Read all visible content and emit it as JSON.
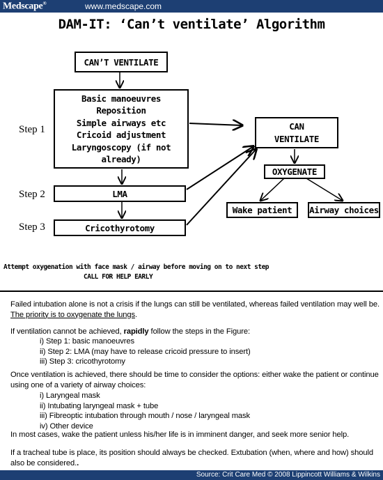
{
  "header": {
    "brand": "Medscape",
    "brand_mark": "®",
    "url": "www.medscape.com"
  },
  "title": "DAM-IT:  ‘Can’t ventilate’ Algorithm",
  "diagram": {
    "cant_ventilate": "CAN’T VENTILATE",
    "step1_lines": [
      "Basic manoeuvres",
      "Reposition",
      "Simple airways etc",
      "Cricoid adjustment",
      "Laryngoscopy (if not already)"
    ],
    "lma": "LMA",
    "cricothyrotomy": "Cricothyrotomy",
    "can_ventilate_lines": [
      "CAN",
      "VENTILATE"
    ],
    "oxygenate": "OXYGENATE",
    "wake_patient": "Wake patient",
    "airway_choices": "Airway choices",
    "step_labels": [
      "Step 1",
      "Step 2",
      "Step 3"
    ],
    "note1": "Attempt oxygenation with face mask / airway before moving on to next step",
    "note2": "CALL FOR HELP EARLY"
  },
  "body": {
    "p1_a": "Failed intubation alone is not a crisis if the lungs can still be ventilated, whereas failed ventilation may well be. ",
    "p1_b": "The priority is to oxygenate the lungs",
    "p1_c": ".",
    "p2_a": "If ventilation cannot be achieved, ",
    "p2_bold": "rapidly",
    "p2_b": " follow the steps in the Figure:",
    "steps": [
      "i) Step 1: basic manoeuvres",
      "ii) Step 2: LMA (may have to release cricoid pressure to insert)",
      "iii) Step 3: cricothyrotomy"
    ],
    "p3": "Once ventilation is achieved, there should be time to consider the options: either wake the patient or continue using one of a variety of airway choices:",
    "options": [
      "i) Laryngeal mask",
      "ii) Intubating laryngeal mask + tube",
      "iii) Fibreoptic intubation through mouth / nose / laryngeal mask",
      "iv) Other device"
    ],
    "p4": "In most cases, wake the patient unless his/her life is in imminent danger, and seek more senior help.",
    "p5": "If a tracheal tube is place, its position should always be checked. Extubation (when, where and how) should also be considered.",
    "p5_end": "."
  },
  "footer": "Source: Crit Care Med © 2008 Lippincott Williams & Wilkins"
}
